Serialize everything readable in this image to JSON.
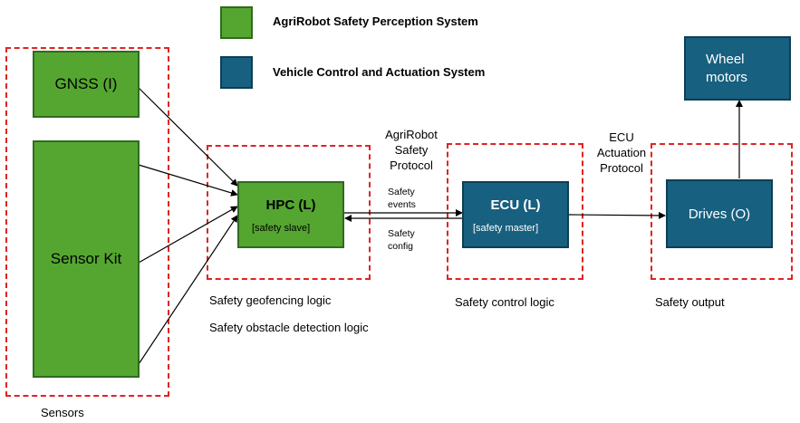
{
  "legend": {
    "perception_label": "AgriRobot Safety Perception System",
    "actuation_label": "Vehicle Control and Actuation System"
  },
  "colors": {
    "perception": "#55a630",
    "actuation": "#17607f",
    "zone_border": "#e02424"
  },
  "sensors": {
    "gnss": "GNSS (I)",
    "sensor_kit": "Sensor Kit",
    "group_label": "Sensors"
  },
  "hpc": {
    "title": "HPC (L)",
    "role": "[safety slave]",
    "logic_1": "Safety geofencing logic",
    "logic_2": "Safety obstacle detection logic"
  },
  "protocol_hpc_ecu": {
    "line1": "AgriRobot",
    "line2": "Safety",
    "line3": "Protocol",
    "forward_1": "Safety",
    "forward_2": "events",
    "back_1": "Safety",
    "back_2": "config"
  },
  "ecu": {
    "title": "ECU (L)",
    "role": "[safety master]",
    "logic": "Safety control logic"
  },
  "protocol_ecu_drives": {
    "line1": "ECU",
    "line2": "Actuation",
    "line3": "Protocol"
  },
  "drives": {
    "title": "Drives (O)",
    "output_label": "Safety output"
  },
  "wheel_motors": {
    "line1": "Wheel",
    "line2": "motors"
  }
}
